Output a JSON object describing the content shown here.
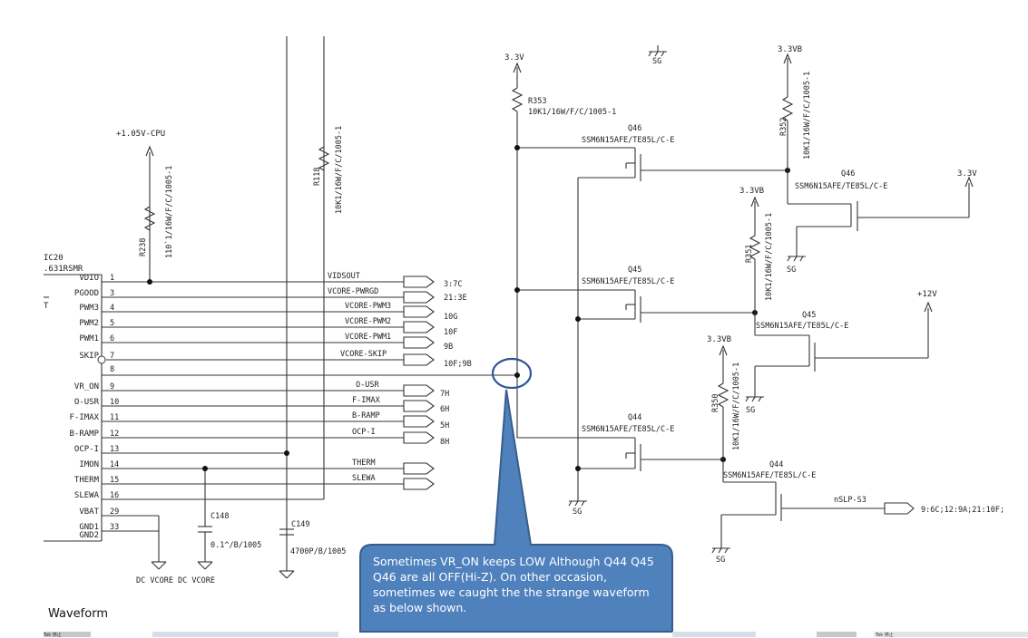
{
  "ic": {
    "ref": "IC20",
    "part": ".631RSMR",
    "pins": [
      {
        "name": "VDIO",
        "num": "1"
      },
      {
        "name": "PGOOD",
        "num": "3"
      },
      {
        "name": "PWM3",
        "num": "4"
      },
      {
        "name": "PWM2",
        "num": "5"
      },
      {
        "name": "PWM1",
        "num": "6"
      },
      {
        "name": "SKIP",
        "num": "7"
      },
      {
        "name": "",
        "num": "8"
      },
      {
        "name": "VR_ON",
        "num": "9"
      },
      {
        "name": "O-USR",
        "num": "10"
      },
      {
        "name": "F-IMAX",
        "num": "11"
      },
      {
        "name": "B-RAMP",
        "num": "12"
      },
      {
        "name": "OCP-I",
        "num": "13"
      },
      {
        "name": "IMON",
        "num": "14"
      },
      {
        "name": "THERM",
        "num": "15"
      },
      {
        "name": "SLEWA",
        "num": "16"
      },
      {
        "name": "VBAT",
        "num": "29"
      },
      {
        "name": "GND1",
        "num": "33"
      },
      {
        "name": "GND2",
        "num": ""
      }
    ],
    "t_mark": "T"
  },
  "nets": [
    {
      "name": "VIDSOUT",
      "ref": "3:7C"
    },
    {
      "name": "VCORE-PWRGD",
      "ref": "21:3E"
    },
    {
      "name": "VCORE-PWM3",
      "ref": "10G"
    },
    {
      "name": "VCORE-PWM2",
      "ref": "10F"
    },
    {
      "name": "VCORE-PWM1",
      "ref": "9B"
    },
    {
      "name": "VCORE-SKIP",
      "ref": "10F;9B"
    },
    {
      "name": "O-USR",
      "ref": "7H"
    },
    {
      "name": "F-IMAX",
      "ref": "6H"
    },
    {
      "name": "B-RAMP",
      "ref": "5H"
    },
    {
      "name": "OCP-I",
      "ref": "8H"
    },
    {
      "name": "THERM",
      "ref": ""
    },
    {
      "name": "SLEWA",
      "ref": ""
    }
  ],
  "rails": {
    "cpu": "+1.05V-CPU",
    "v33": "3.3V",
    "v33b": "3.3VB",
    "v33_right": "3.3V",
    "v12": "+12V",
    "sg": "SG"
  },
  "resistors": {
    "r238": {
      "ref": "R238",
      "val": "110`1/16W/F/C/1005-1"
    },
    "r118": {
      "ref": "R118",
      "val": "10K1/16W/F/C/1005-1"
    },
    "r353": {
      "ref": "R353",
      "val": "10K1/16W/F/C/1005-1"
    },
    "r352": {
      "ref": "R352",
      "val": "10K1/16W/F/C/1005-1"
    },
    "r351": {
      "ref": "R351",
      "val": "10K1/16W/F/C/1005-1"
    },
    "r350": {
      "ref": "R350",
      "val": "10K1/16W/F/C/1005-1"
    }
  },
  "caps": {
    "c148": {
      "ref": "C148",
      "val": "0.1^/B/1005"
    },
    "c149": {
      "ref": "C149",
      "val": "4700P/B/1005"
    }
  },
  "fets": {
    "part": "SSM6N15AFE/TE85L/C-E",
    "q46": "Q46",
    "q45": "Q45",
    "q44": "Q44"
  },
  "nslp": {
    "name": "nSLP-S3",
    "ref": "9:6C;12:9A;21:10F;"
  },
  "bottom_cut": "DC VCORE DC VCORE",
  "callout": {
    "text": "Sometimes VR_ON keeps LOW Although Q44 Q45 Q46 are all OFF(Hi-Z).  On other occasion, sometimes we caught the the strange waveform as below shown.",
    "fill": "#4f81bd",
    "border": "#385d8a",
    "circle": "#2f5597"
  },
  "waveform_label": "Waveform",
  "strip_texts": [
    "Tek 停止",
    "Tek 停止"
  ]
}
